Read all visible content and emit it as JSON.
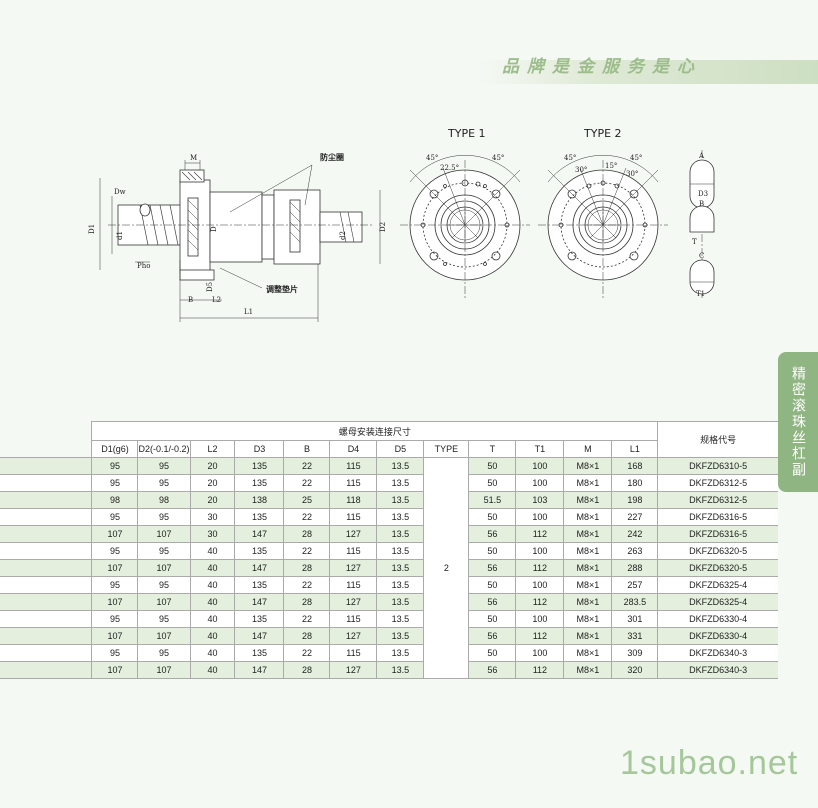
{
  "header": {
    "slogan": "品牌是金服务是心"
  },
  "side_tab": {
    "label": "精密滚珠丝杠副"
  },
  "watermark": {
    "text": "1subao.net"
  },
  "drawing": {
    "type1_label": "TYPE 1",
    "type2_label": "TYPE 2",
    "label_dust_ring": "防尘圈",
    "label_adjust_shim": "调整垫片",
    "label_M": "M",
    "label_Dw": "Dw",
    "label_D1": "D1",
    "label_d1": "d1",
    "label_D": "D",
    "label_d2": "d2",
    "label_D3": "D3",
    "label_D2": "D2",
    "label_Pho": "Pho",
    "label_B": "B",
    "label_L2": "L2",
    "label_L1": "L1",
    "label_D5": "D5",
    "angle_45": "45°",
    "angle_22_5": "22.5°",
    "angle_30": "30°",
    "angle_15": "15°",
    "label_A": "A",
    "label_Bsec": "B",
    "label_C": "C",
    "label_T": "T",
    "label_T1": "T1"
  },
  "table": {
    "group_header": "螺母安装连接尺寸",
    "spec_header": "规格代号",
    "columns": [
      "D1(g6)",
      "D2(-0.1/-0.2)",
      "L2",
      "D3",
      "B",
      "D4",
      "D5",
      "TYPE",
      "T",
      "T1",
      "M",
      "L1"
    ],
    "type_value": "2",
    "rows": [
      {
        "D1": "95",
        "D2": "95",
        "L2": "20",
        "D3": "135",
        "B": "22",
        "D4": "115",
        "D5": "13.5",
        "T": "50",
        "T1": "100",
        "M": "M8×1",
        "L1": "168",
        "spec": "DKFZD6310-5"
      },
      {
        "D1": "95",
        "D2": "95",
        "L2": "20",
        "D3": "135",
        "B": "22",
        "D4": "115",
        "D5": "13.5",
        "T": "50",
        "T1": "100",
        "M": "M8×1",
        "L1": "180",
        "spec": "DKFZD6312-5"
      },
      {
        "D1": "98",
        "D2": "98",
        "L2": "20",
        "D3": "138",
        "B": "25",
        "D4": "118",
        "D5": "13.5",
        "T": "51.5",
        "T1": "103",
        "M": "M8×1",
        "L1": "198",
        "spec": "DKFZD6312-5"
      },
      {
        "D1": "95",
        "D2": "95",
        "L2": "30",
        "D3": "135",
        "B": "22",
        "D4": "115",
        "D5": "13.5",
        "T": "50",
        "T1": "100",
        "M": "M8×1",
        "L1": "227",
        "spec": "DKFZD6316-5"
      },
      {
        "D1": "107",
        "D2": "107",
        "L2": "30",
        "D3": "147",
        "B": "28",
        "D4": "127",
        "D5": "13.5",
        "T": "56",
        "T1": "112",
        "M": "M8×1",
        "L1": "242",
        "spec": "DKFZD6316-5"
      },
      {
        "D1": "95",
        "D2": "95",
        "L2": "40",
        "D3": "135",
        "B": "22",
        "D4": "115",
        "D5": "13.5",
        "T": "50",
        "T1": "100",
        "M": "M8×1",
        "L1": "263",
        "spec": "DKFZD6320-5"
      },
      {
        "D1": "107",
        "D2": "107",
        "L2": "40",
        "D3": "147",
        "B": "28",
        "D4": "127",
        "D5": "13.5",
        "T": "56",
        "T1": "112",
        "M": "M8×1",
        "L1": "288",
        "spec": "DKFZD6320-5"
      },
      {
        "D1": "95",
        "D2": "95",
        "L2": "40",
        "D3": "135",
        "B": "22",
        "D4": "115",
        "D5": "13.5",
        "T": "50",
        "T1": "100",
        "M": "M8×1",
        "L1": "257",
        "spec": "DKFZD6325-4"
      },
      {
        "D1": "107",
        "D2": "107",
        "L2": "40",
        "D3": "147",
        "B": "28",
        "D4": "127",
        "D5": "13.5",
        "T": "56",
        "T1": "112",
        "M": "M8×1",
        "L1": "283.5",
        "spec": "DKFZD6325-4"
      },
      {
        "D1": "95",
        "D2": "95",
        "L2": "40",
        "D3": "135",
        "B": "22",
        "D4": "115",
        "D5": "13.5",
        "T": "50",
        "T1": "100",
        "M": "M8×1",
        "L1": "301",
        "spec": "DKFZD6330-4"
      },
      {
        "D1": "107",
        "D2": "107",
        "L2": "40",
        "D3": "147",
        "B": "28",
        "D4": "127",
        "D5": "13.5",
        "T": "56",
        "T1": "112",
        "M": "M8×1",
        "L1": "331",
        "spec": "DKFZD6330-4"
      },
      {
        "D1": "95",
        "D2": "95",
        "L2": "40",
        "D3": "135",
        "B": "22",
        "D4": "115",
        "D5": "13.5",
        "T": "50",
        "T1": "100",
        "M": "M8×1",
        "L1": "309",
        "spec": "DKFZD6340-3"
      },
      {
        "D1": "107",
        "D2": "107",
        "L2": "40",
        "D3": "147",
        "B": "28",
        "D4": "127",
        "D5": "13.5",
        "T": "56",
        "T1": "112",
        "M": "M8×1",
        "L1": "320",
        "spec": "DKFZD6340-3"
      }
    ]
  }
}
